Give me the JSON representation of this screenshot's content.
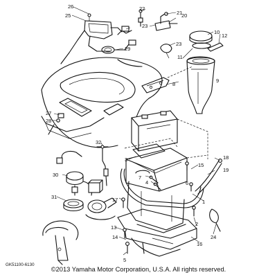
{
  "diagram_code": "GK51100-6130",
  "copyright": "©2013 Yamaha Motor Corporation, U.S.A. All rights reserved.",
  "callouts": [
    "1",
    "2",
    "3",
    "4",
    "5",
    "6",
    "7",
    "8",
    "9",
    "10",
    "11",
    "12",
    "13",
    "14",
    "15",
    "16",
    "17",
    "18",
    "19",
    "20",
    "21",
    "22",
    "23",
    "24",
    "25",
    "26",
    "27",
    "28",
    "29",
    "30",
    "31",
    "32"
  ]
}
